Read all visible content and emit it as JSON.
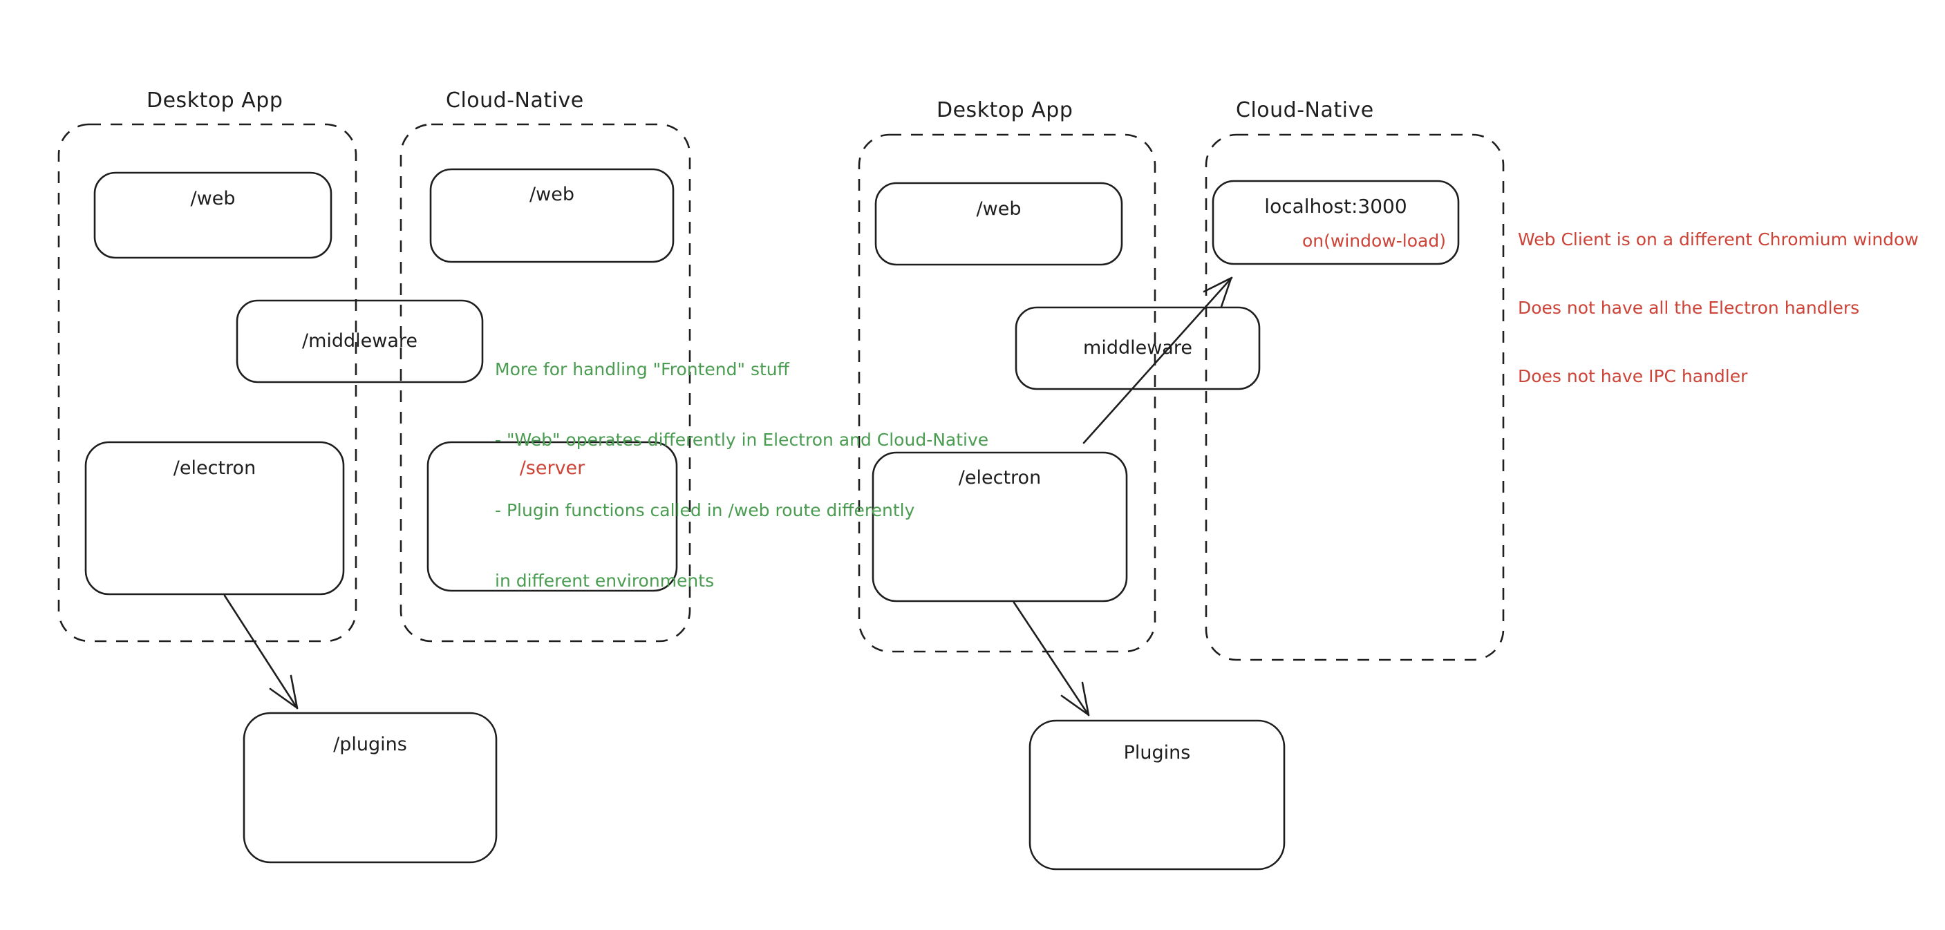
{
  "colors": {
    "background": "#ffffff",
    "stroke": "#1e1e1e",
    "warning_red": "#cd4337",
    "note_green": "#4a9c51"
  },
  "titles": {
    "left_desktop": "Desktop App",
    "left_cloud": "Cloud-Native",
    "right_desktop": "Desktop App",
    "right_cloud": "Cloud-Native"
  },
  "nodes": {
    "left_web_desktop": "/web",
    "left_web_cloud": "/web",
    "left_middleware": "/middleware",
    "left_electron": "/electron",
    "left_server": "/server",
    "left_plugins": "/plugins",
    "right_web": "/web",
    "right_localhost": "localhost:3000",
    "right_window_load": "on(window-load)",
    "right_middleware": "middleware",
    "right_electron": "/electron",
    "right_plugins": "Plugins"
  },
  "annotations": {
    "green_note": {
      "color": "#4a9c51",
      "lines": [
        "More for handling \"Frontend\" stuff",
        "- \"Web\" operates differently in Electron and Cloud-Native",
        "- Plugin functions called in /web route differently",
        "in different environments"
      ]
    },
    "red_note": {
      "color": "#cd4337",
      "lines": [
        "Web Client is on a different Chromium window",
        "Does not have all the Electron handlers",
        "Does not have IPC handler"
      ]
    }
  }
}
